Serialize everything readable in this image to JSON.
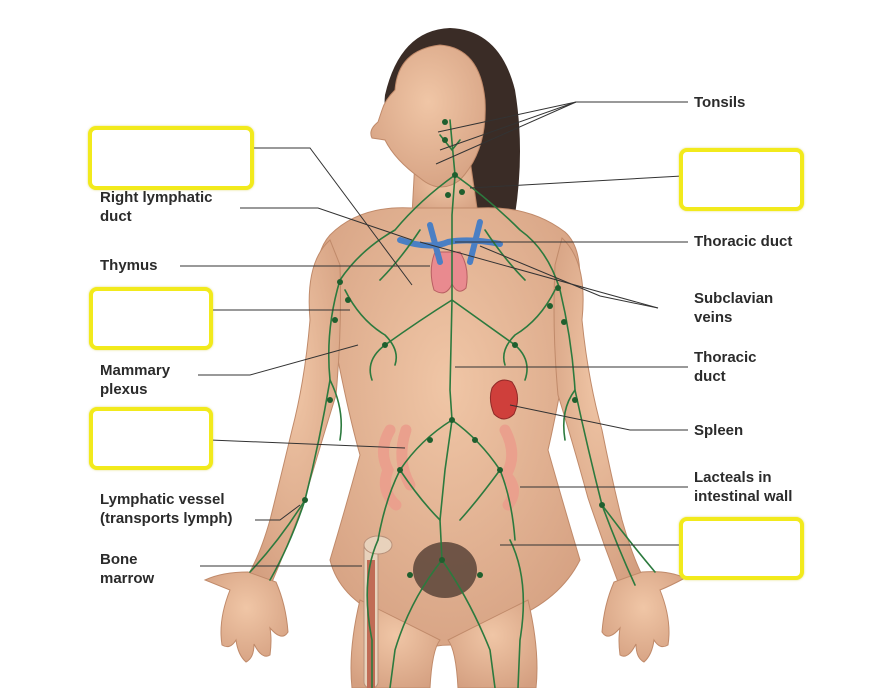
{
  "diagram": {
    "labels": {
      "tonsils": "Tonsils",
      "right_lymphatic_duct": "Right lymphatic\nduct",
      "thymus": "Thymus",
      "thoracic_duct_upper": "Thoracic duct",
      "subclavian_veins": "Subclavian\nveins",
      "mammary_plexus": "Mammary\nplexus",
      "thoracic_duct_lower": "Thoracic\nduct",
      "spleen": "Spleen",
      "lacteals": "Lacteals in\nintestinal wall",
      "lymphatic_vessel": "Lymphatic vessel\n(transports lymph)",
      "bone_marrow": "Bone\nmarrow"
    },
    "blank_boxes": [
      {
        "id": "blank-1",
        "value": ""
      },
      {
        "id": "blank-2",
        "value": ""
      },
      {
        "id": "blank-3",
        "value": ""
      },
      {
        "id": "blank-4",
        "value": ""
      },
      {
        "id": "blank-5",
        "value": ""
      }
    ],
    "colors": {
      "highlight_box": "#f2ea1c",
      "skin": "#e4b596",
      "lymph_vessel": "#2c7a3e",
      "hair": "#3a2c26",
      "vein": "#4a7fc4",
      "thymus": "#e98a8f",
      "spleen": "#cf3f3b",
      "intestine": "#eaa08d",
      "leader_line": "#333333"
    }
  }
}
